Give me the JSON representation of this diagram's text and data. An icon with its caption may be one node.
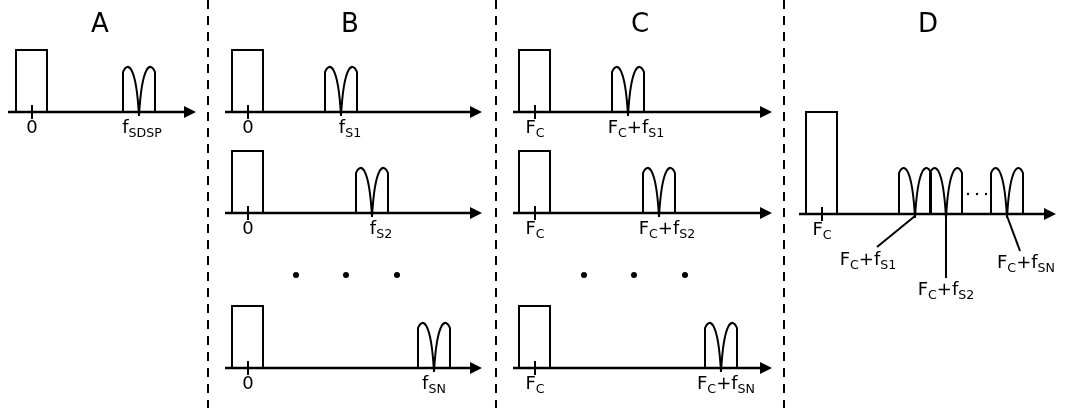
{
  "diagram": {
    "nodes": [
      {
        "text": [],
        "shape": "lobe"
      },
      {
        "text": [],
        "shape": "lobe"
      },
      {
        "text": [],
        "shape": "lobe"
      },
      {
        "text": [
          "F$_{C}$+f$_{S1}$"
        ]
      },
      {
        "text": [
          "F$_{C}$+f$_{S2}$"
        ]
      },
      {
        "text": [
          "F$_{C}$+f$_{SN}$"
        ]
      }
    ],
    "edges": [
      {
        "from": 3,
        "to": 0,
        "arrow": "none"
      },
      {
        "from": 4,
        "to": 1,
        "arrow": "none"
      },
      {
        "from": 5,
        "to": 2,
        "arrow": "none"
      }
    ],
    "labels": [
      "A",
      "B",
      "C",
      "D",
      "0",
      "f$_{S}$$_{DSP}$",
      "0",
      "f$_{S}$$_{1}$",
      "F$_{C}$",
      "F$_{C}$+f$_{S1}$",
      "0",
      "f$_{S}$$_{2}$",
      "F$_{C}$",
      "F$_{C}$+f$_{S2}$",
      "F$_{C}$",
      "0",
      "f$_{S}$$_{N}$",
      "F$_{C}$",
      "F$_{C}$+f$_{SN}$"
    ]
  }
}
